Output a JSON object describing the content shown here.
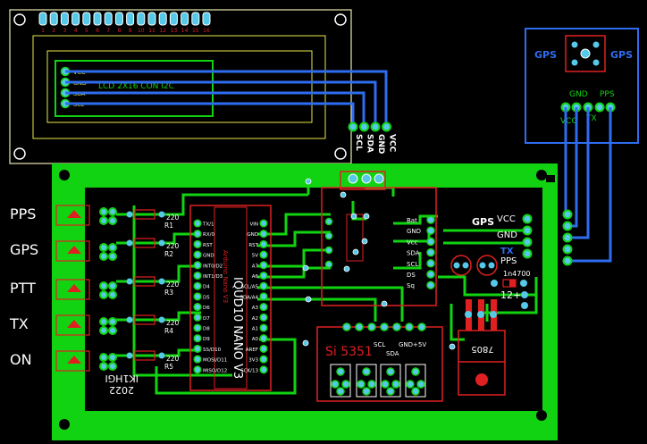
{
  "colors": {
    "background": "#000000",
    "board": "#11d311",
    "copper": "#0c7a0c",
    "trace_blue": "#2f6df0",
    "silk_white": "#ffffff",
    "silk_red": "#e02020",
    "silk_yellow": "#e8e84a",
    "pad_cyan": "#56c8e8"
  },
  "lcd": {
    "pin_numbers": [
      "1",
      "2",
      "3",
      "4",
      "5",
      "6",
      "7",
      "8",
      "9",
      "10",
      "11",
      "12",
      "13",
      "14",
      "15",
      "16"
    ],
    "label": "LCD 2X16 CON I2C",
    "i2c_pins": [
      "VCC",
      "GND",
      "SDA",
      "SCL"
    ],
    "header_labels": [
      "SCL",
      "SDA",
      "GND",
      "VCC"
    ]
  },
  "gps_module": {
    "left_label": "GPS",
    "right_label": "GPS",
    "pin_top_labels": [
      "GND",
      "PPS"
    ],
    "pin_bottom_labels": [
      "VCC",
      "TX"
    ]
  },
  "connectors": {
    "left_labels": [
      "PPS",
      "GPS",
      "PTT",
      "TX",
      "ON"
    ]
  },
  "resistors": [
    "220\nR1",
    "220\nR2",
    "220\nR3",
    "220\nR4",
    "220\nR5"
  ],
  "resistor_values": [
    "220",
    "220",
    "220",
    "220",
    "220"
  ],
  "resistor_names": [
    "R1",
    "R2",
    "R3",
    "R4",
    "R5"
  ],
  "arduino": {
    "title": "Arduino Nano V3",
    "mirror_text": "IQUD10 NANO V3",
    "left_pins": [
      "TX/1",
      "RX/0",
      "RST",
      "GND",
      "INT0/D2",
      "INT1/D3",
      "D4",
      "D5",
      "D6",
      "D7",
      "D8",
      "D9",
      "SS/D10",
      "MOSI/D11",
      "MISO/D12"
    ],
    "right_pins": [
      "VIN",
      "GND",
      "RST",
      "5V",
      "A7",
      "A6",
      "SCL/A5",
      "SDA/A4",
      "A3",
      "A2",
      "A1",
      "A0",
      "AREF",
      "3V3",
      "SCK/13"
    ]
  },
  "module_header": {
    "pins": [
      "Bat",
      "GND",
      "Vcc",
      "SDA",
      "SCL",
      "DS",
      "Sq"
    ]
  },
  "gps_header": {
    "title": "GPS",
    "labels": [
      "VCC",
      "GND",
      "TX",
      "PPS"
    ]
  },
  "si5351": {
    "label": "Si 5351",
    "pin_labels": [
      "SCL",
      "SDA",
      "GND",
      "+5V"
    ]
  },
  "regulator": {
    "label": "7805"
  },
  "diode": {
    "label": "1n4700"
  },
  "power": {
    "label": "12+"
  },
  "signature": {
    "callsign": "IK1HGI",
    "year": "2022"
  }
}
